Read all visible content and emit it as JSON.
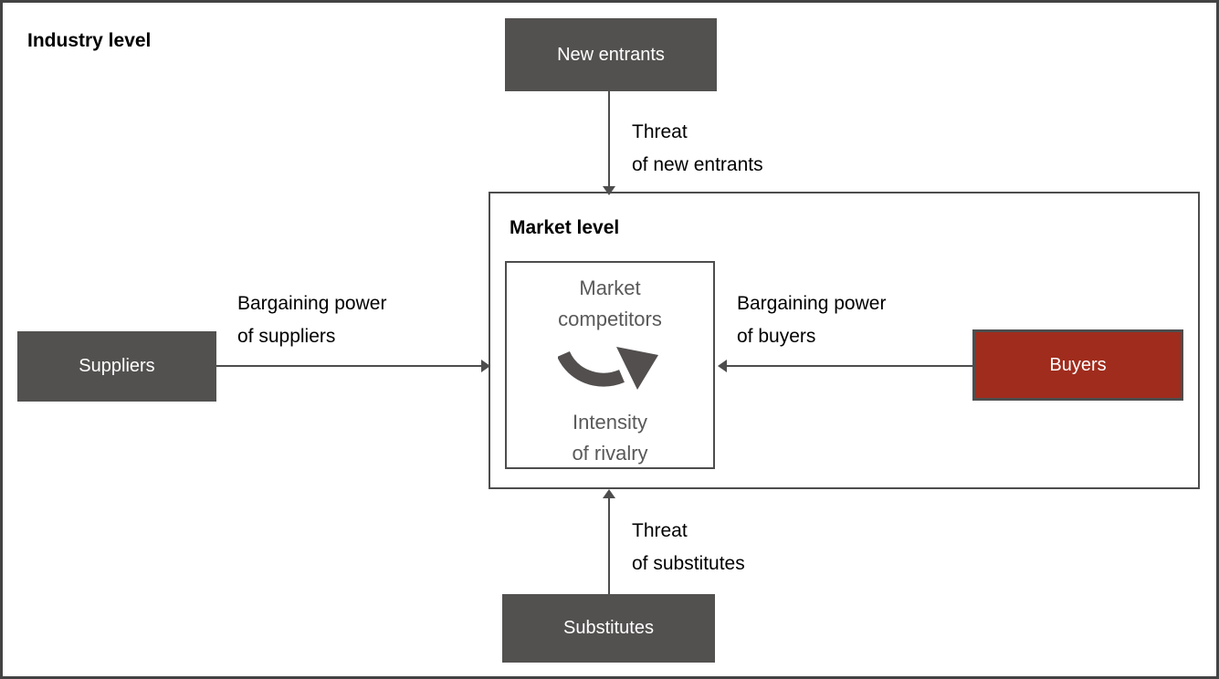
{
  "colors": {
    "box_gray": "#535150",
    "box_red": "#a02c1d",
    "border_gray": "#4d4d4d",
    "outer_border": "#434343",
    "inner_text_gray": "#595959",
    "label_black": "#000000",
    "background": "#ffffff"
  },
  "frames": {
    "industry": {
      "label": "Industry level"
    },
    "market": {
      "label": "Market level"
    }
  },
  "boxes": {
    "new_entrants": {
      "label": "New entrants"
    },
    "suppliers": {
      "label": "Suppliers"
    },
    "buyers": {
      "label": "Buyers"
    },
    "substitutes": {
      "label": "Substitutes"
    }
  },
  "inner_box": {
    "competitors": "Market\ncompetitors",
    "rivalry": "Intensity\nof rivalry",
    "icon": "curved-right-arrow"
  },
  "arrow_labels": {
    "new_entrants": "Threat\nof new entrants",
    "suppliers": "Bargaining power\nof suppliers",
    "buyers": "Bargaining power\nof buyers",
    "substitutes": "Threat\nof substitutes"
  }
}
